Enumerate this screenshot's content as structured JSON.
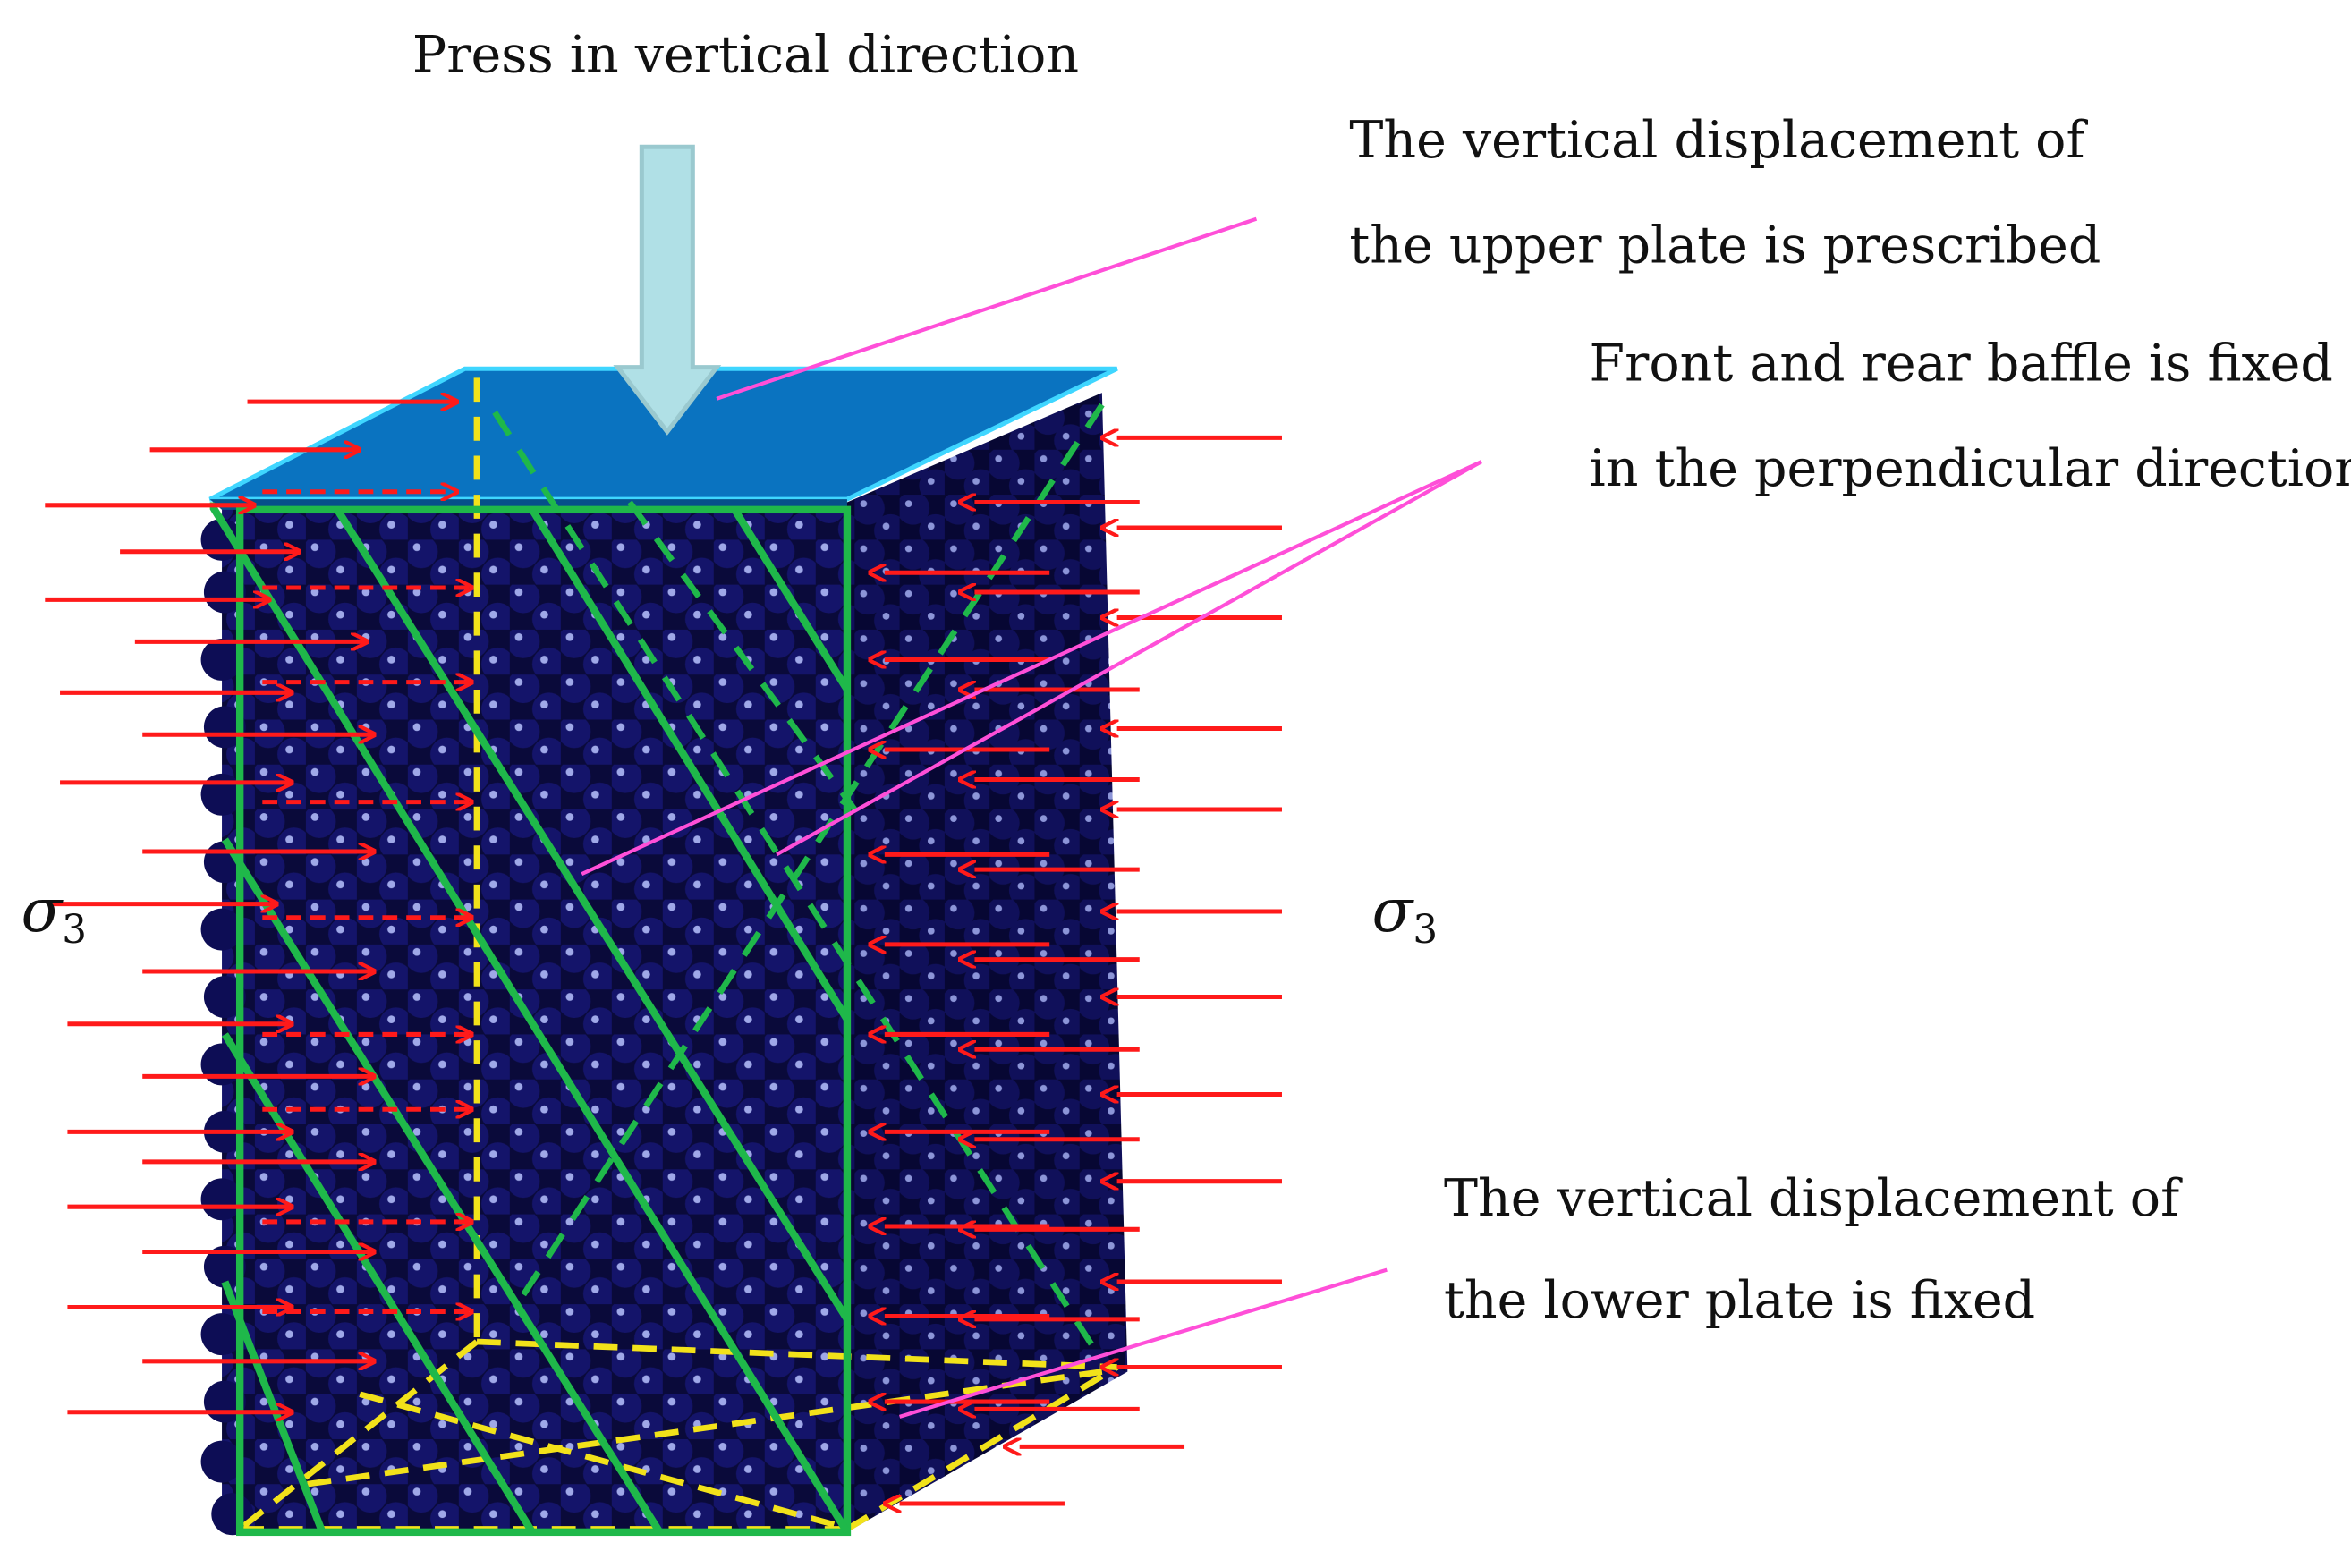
{
  "labels": {
    "press": "Press in vertical direction",
    "upper_line1": "The vertical displacement of",
    "upper_line2": "the upper plate is prescribed",
    "baffle_line1": "Front and rear baffle is fixed",
    "baffle_line2": "in the perpendicular direction",
    "lower_line1": "The vertical displacement of",
    "lower_line2": "the lower plate is fixed",
    "sigma_symbol": "σ",
    "sigma_subscript": "3"
  },
  "colors": {
    "background": "#ffffff",
    "particle_fill": "#12125e",
    "particle_highlight": "#9fa8e8",
    "top_plate": "#0a73c0",
    "top_plate_edge": "#3fd6ff",
    "press_arrow": "#b0e0e6",
    "force_arrow": "#ff1a1a",
    "frame_green": "#1fb84a",
    "hidden_yellow": "#f2e21a",
    "leader_magenta": "#ff4fd8"
  }
}
